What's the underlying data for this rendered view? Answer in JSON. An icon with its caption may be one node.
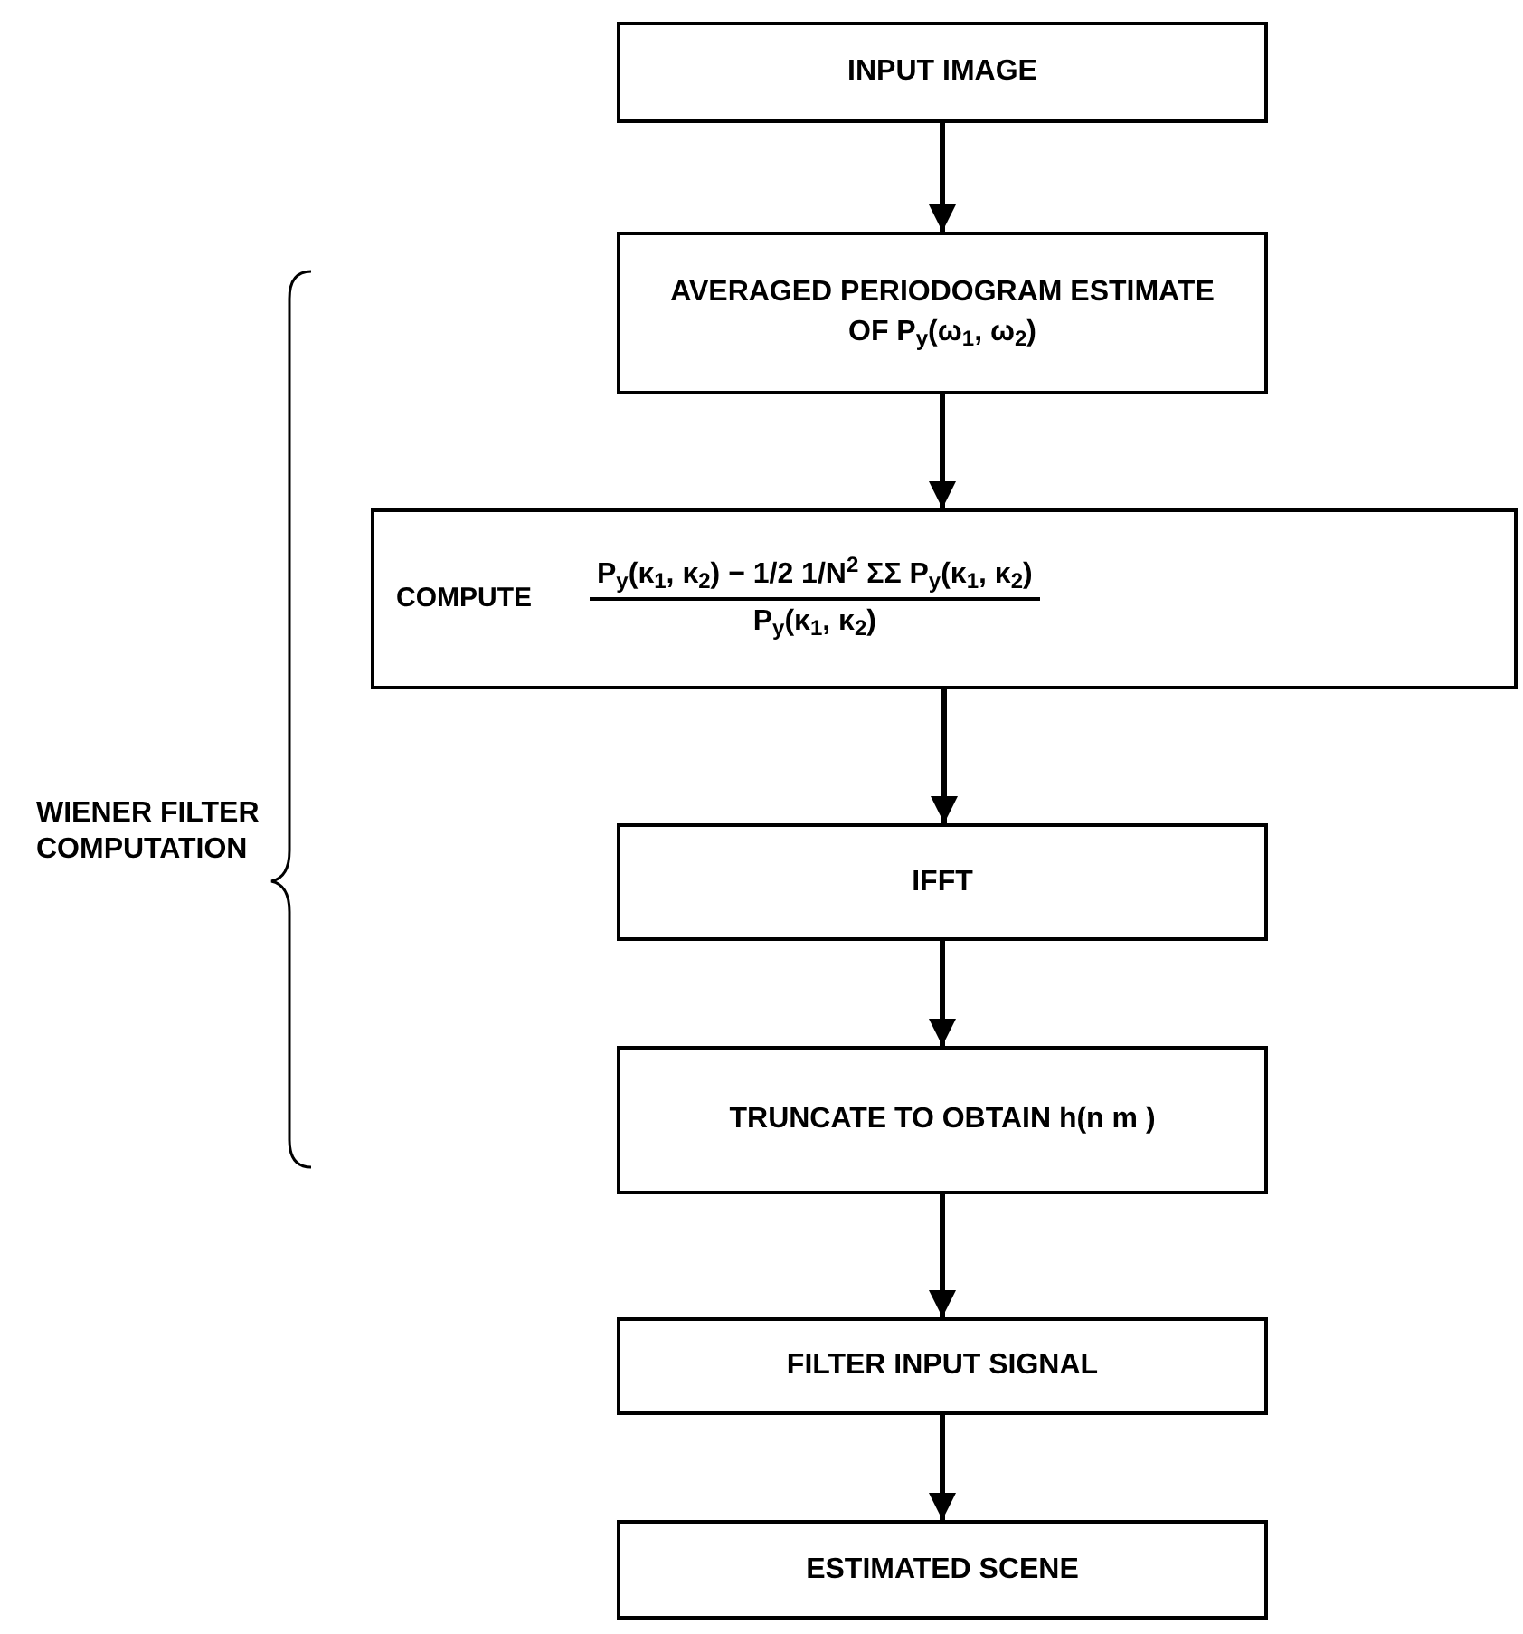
{
  "diagram": {
    "nodes": [
      {
        "text": [
          "INPUT IMAGE"
        ]
      },
      {
        "text": [
          "AVERAGED PERIODOGRAM ESTIMATE OF P$_{y}$(ω$_{1}$, ω$_{2}$)"
        ]
      },
      {
        "text": [
          "COMPUTE",
          "P$_{y}$(κ$_{1}$, κ$_{2}$) − 1/2 1/N$^{2}$ ΣΣ P$_{y}$(κ$_{1}$, κ$_{2}$)",
          "P$_{y}$(κ$_{1}$, κ$_{2}$)"
        ]
      },
      {
        "text": [
          "IFFT"
        ]
      },
      {
        "text": [
          "TRUNCATE TO OBTAIN h(n m )"
        ]
      },
      {
        "text": [
          "FILTER INPUT SIGNAL"
        ]
      },
      {
        "text": [
          "ESTIMATED SCENE"
        ]
      }
    ],
    "edges": [
      {
        "from": 0,
        "to": 1,
        "arrow": "to"
      },
      {
        "from": 1,
        "to": 2,
        "arrow": "to"
      },
      {
        "from": 2,
        "to": 3,
        "arrow": "to"
      },
      {
        "from": 3,
        "to": 4,
        "arrow": "to"
      },
      {
        "from": 4,
        "to": 5,
        "arrow": "to"
      },
      {
        "from": 5,
        "to": 6,
        "arrow": "to"
      }
    ],
    "labels": [
      "WIENER FILTER COMPUTATION"
    ]
  }
}
